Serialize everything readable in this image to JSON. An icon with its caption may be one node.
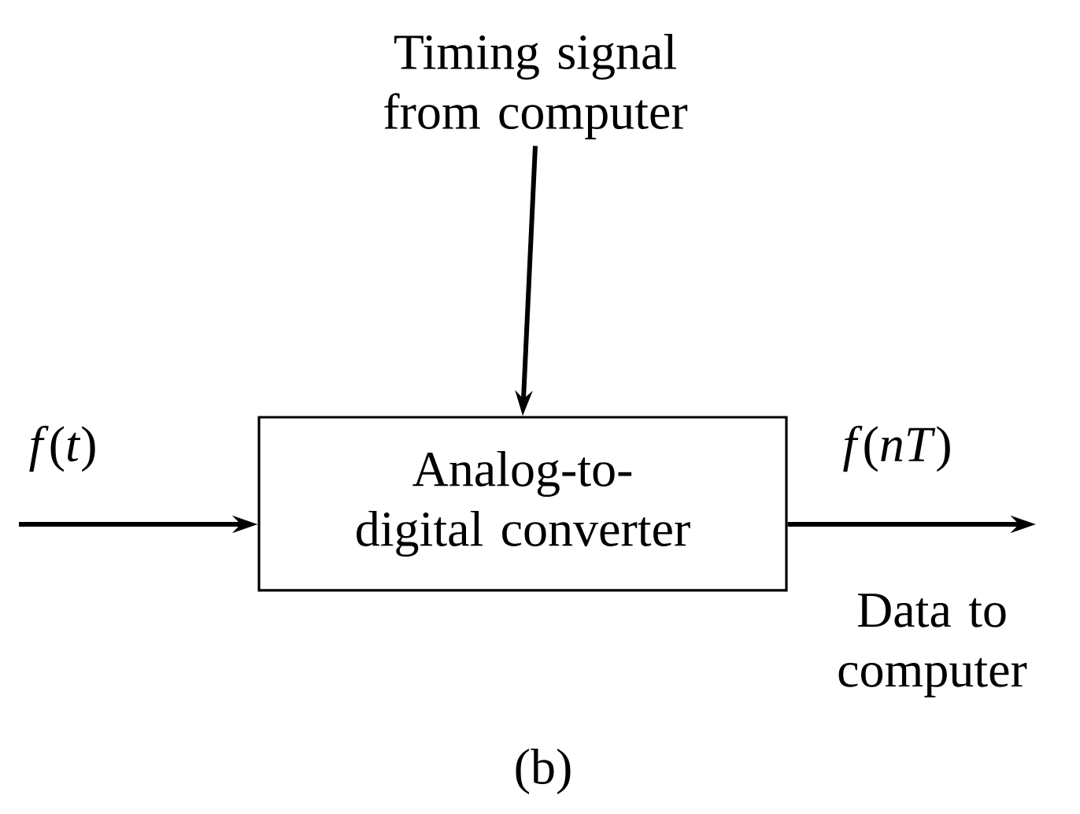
{
  "diagram": {
    "caption": "(b)",
    "nodes": [
      {
        "text": [
          "Timing signal from computer"
        ]
      },
      {
        "text": [
          "Analog-to-digital converter"
        ]
      }
    ],
    "edges": [
      {
        "from": 0,
        "to": 1,
        "arrow": "to"
      },
      {
        "from": null,
        "to": 1,
        "arrow": "to",
        "label": "*f*(*t*)"
      },
      {
        "from": 1,
        "to": null,
        "arrow": "to",
        "label": "*f*(*nT*)"
      }
    ],
    "labels": [
      "Data to computer"
    ]
  }
}
